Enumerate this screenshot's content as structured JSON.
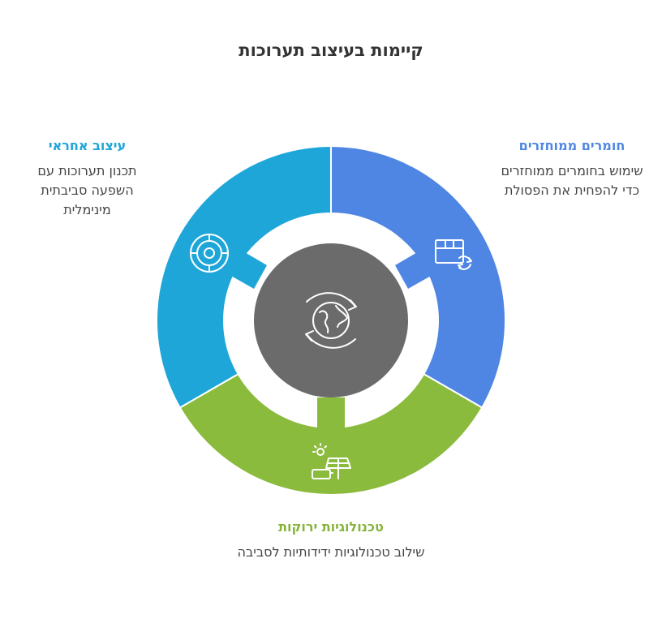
{
  "title": "קיימות בעיצוב תערוכות",
  "segments": [
    {
      "id": "recycled",
      "title": "חומרים ממוחזרים",
      "description": "שימוש בחומרים ממוחזרים כדי להפחית את הפסולת",
      "color": "#4f86e3",
      "icon": "box-recycle-icon"
    },
    {
      "id": "responsible",
      "title": "עיצוב אחראי",
      "description": "תכנון תערוכות עם השפעה סביבתית מינימלית",
      "color": "#1ea6d9",
      "icon": "target-icon"
    },
    {
      "id": "green-tech",
      "title": "טכנולוגיות ירוקות",
      "description": "שילוב טכנולוגיות ידידותיות לסביבה",
      "color": "#8bbb3d",
      "icon": "solar-panel-icon"
    }
  ],
  "center": {
    "color": "#6b6b6b",
    "icon": "globe-cycle-icon"
  }
}
